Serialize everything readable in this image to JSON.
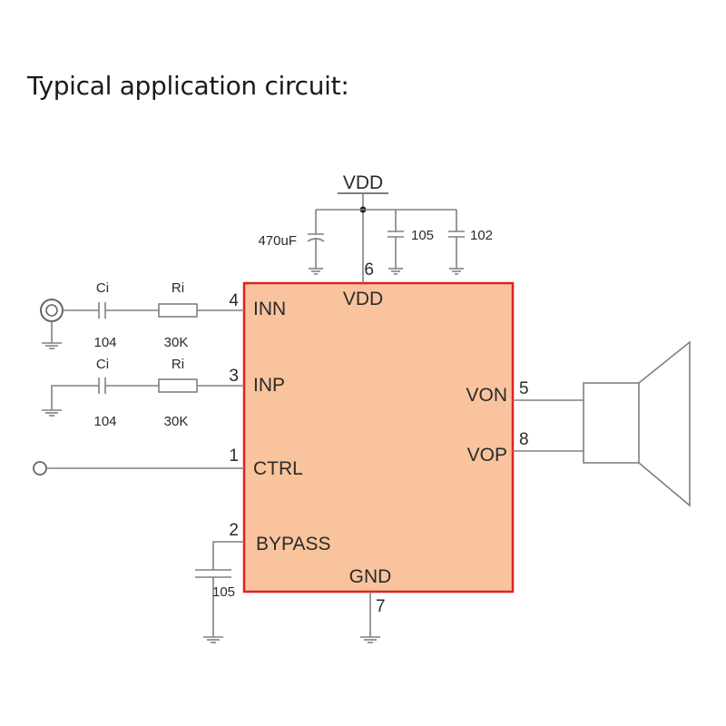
{
  "title": "Typical application circuit:",
  "colors": {
    "chip_fill": "#f9c49d",
    "chip_border": "#e02020",
    "wire": "#808080"
  },
  "supply": {
    "label": "VDD"
  },
  "chip": {
    "pins": {
      "inn": {
        "name": "INN",
        "number": "4"
      },
      "inp": {
        "name": "INP",
        "number": "3"
      },
      "ctrl": {
        "name": "CTRL",
        "number": "1"
      },
      "bypass": {
        "name": "BYPASS",
        "number": "2"
      },
      "vdd": {
        "name": "VDD",
        "number": "6"
      },
      "gnd": {
        "name": "GND",
        "number": "7"
      },
      "von": {
        "name": "VON",
        "number": "5"
      },
      "vop": {
        "name": "VOP",
        "number": "8"
      }
    }
  },
  "components": {
    "c_bulk": "470uF",
    "c_vdd1": "105",
    "c_vdd2": "102",
    "ci_top": {
      "label": "Ci",
      "value": "104"
    },
    "ri_top": {
      "label": "Ri",
      "value": "30K"
    },
    "ci_bottom": {
      "label": "Ci",
      "value": "104"
    },
    "ri_bottom": {
      "label": "Ri",
      "value": "30K"
    },
    "c_bypass": "105"
  }
}
